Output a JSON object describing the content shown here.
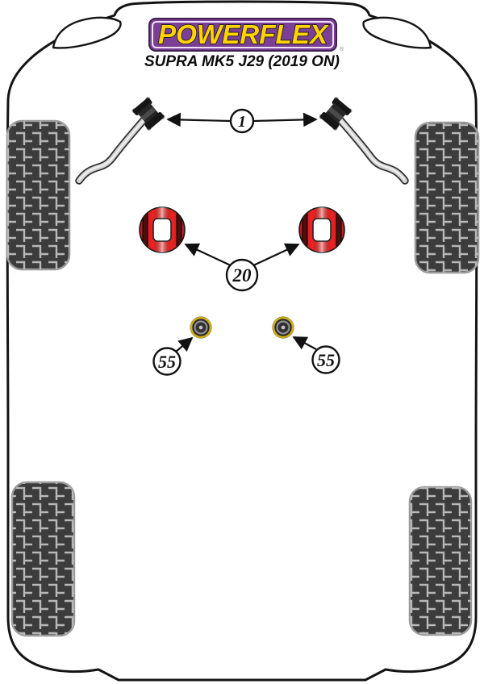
{
  "header": {
    "brand": "POWERFLEX",
    "registered_mark": "®",
    "model": "SUPRA MK5 J29 (2019 ON)"
  },
  "callouts": {
    "anti_roll_bar": {
      "number": "1"
    },
    "front_mount": {
      "number": "20"
    },
    "small_bush": {
      "number": "55"
    }
  },
  "colors": {
    "logo_purple": "#7c3f98",
    "logo_yellow": "#ffd200",
    "bush_red": "#ee2222",
    "bush_yellow_ring": "#cfae14",
    "tyre_dark": "#3c3c3c",
    "outline_black": "#141414"
  }
}
